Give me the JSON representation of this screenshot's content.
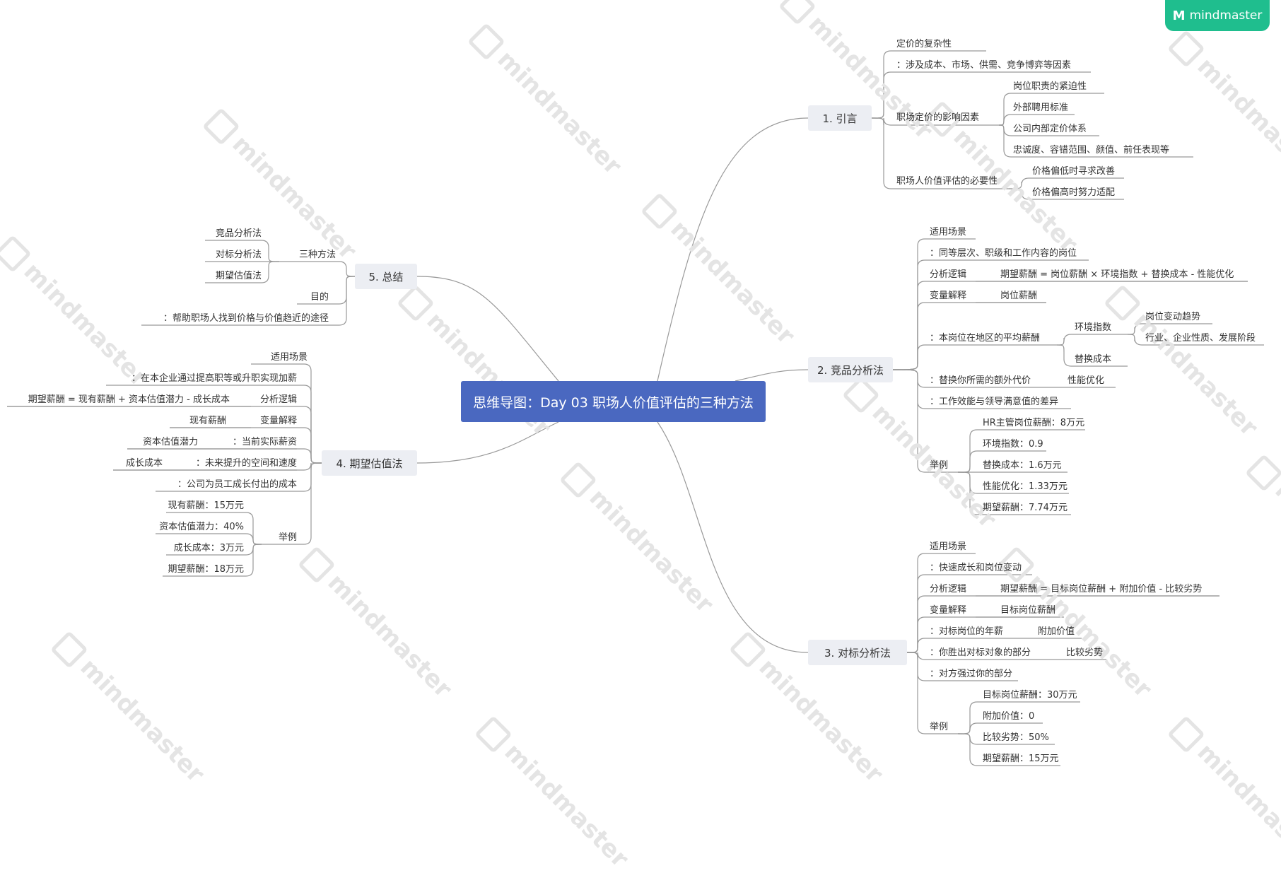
{
  "logo": {
    "icon": "mindmaster-logo-icon",
    "text": "mindmaster"
  },
  "watermark": {
    "text": "mindmaster"
  },
  "colors": {
    "root": "#4a68c0",
    "branch_bg": "#eceef3",
    "line": "#999999",
    "logo": "#1fbe8e"
  },
  "root": {
    "title": "思维导图：Day 03 职场人价值评估的三种方法"
  },
  "b1": {
    "title": "1. 引言",
    "complexity": "定价的复杂性",
    "complexity_detail": "：涉及成本、市场、供需、竞争博弈等因素",
    "factors": "职场定价的影响因素",
    "factor_items": [
      "岗位职责的紧迫性",
      "外部聘用标准",
      "公司内部定价体系",
      "忠诚度、容错范围、颜值、前任表现等"
    ],
    "necessity": "职场人价值评估的必要性",
    "necessity_items": [
      "价格偏低时寻求改善",
      "价格偏高时努力适配"
    ]
  },
  "b2": {
    "title": "2. 竞品分析法",
    "scenario": "适用场景",
    "scenario_detail": "：同等层次、职级和工作内容的岗位",
    "logic": "分析逻辑",
    "formula": "期望薪酬 = 岗位薪酬 × 环境指数 + 替换成本 - 性能优化",
    "vars": "变量解释",
    "var1": "岗位薪酬",
    "var1_desc": "：本岗位在地区的平均薪酬",
    "var2": "环境指数",
    "var2_items": [
      "岗位变动趋势",
      "行业、企业性质、发展阶段"
    ],
    "var3": "替换成本",
    "var3_desc": "：替换你所需的额外代价",
    "var4": "性能优化",
    "var4_desc": "：工作效能与领导满意值的差异",
    "example": "举例",
    "example_items": [
      "HR主管岗位薪酬：8万元",
      "环境指数：0.9",
      "替换成本：1.6万元",
      "性能优化：1.33万元",
      "期望薪酬：7.74万元"
    ]
  },
  "b3": {
    "title": "3. 对标分析法",
    "scenario": "适用场景",
    "scenario_detail": "：快速成长和岗位变动",
    "logic": "分析逻辑",
    "formula": "期望薪酬 = 目标岗位薪酬 + 附加价值 - 比较劣势",
    "vars": "变量解释",
    "var1": "目标岗位薪酬",
    "var1_desc": "：对标岗位的年薪",
    "var2": "附加价值",
    "var2_desc": "：你胜出对标对象的部分",
    "var3": "比较劣势",
    "var3_desc": "：对方强过你的部分",
    "example": "举例",
    "example_items": [
      "目标岗位薪酬：30万元",
      "附加价值：0",
      "比较劣势：50%",
      "期望薪酬：15万元"
    ]
  },
  "b4": {
    "title": "4. 期望估值法",
    "scenario": "适用场景",
    "scenario_detail": "：在本企业通过提高职等或升职实现加薪",
    "logic": "分析逻辑",
    "formula": "期望薪酬 = 现有薪酬 + 资本估值潜力 - 成长成本",
    "vars": "变量解释",
    "var1": "现有薪酬",
    "var2_desc": "：当前实际薪资",
    "var2": "资本估值潜力",
    "var3_desc": "：未来提升的空间和速度",
    "var3": "成长成本",
    "var4_desc": "：公司为员工成长付出的成本",
    "example": "举例",
    "example_items": [
      "现有薪酬：15万元",
      "资本估值潜力：40%",
      "成长成本：3万元",
      "期望薪酬：18万元"
    ]
  },
  "b5": {
    "title": "5. 总结",
    "methods": "三种方法",
    "method_items": [
      "竞品分析法",
      "对标分析法",
      "期望估值法"
    ],
    "goal": "目的",
    "goal_detail": "：帮助职场人找到价格与价值趋近的途径"
  }
}
